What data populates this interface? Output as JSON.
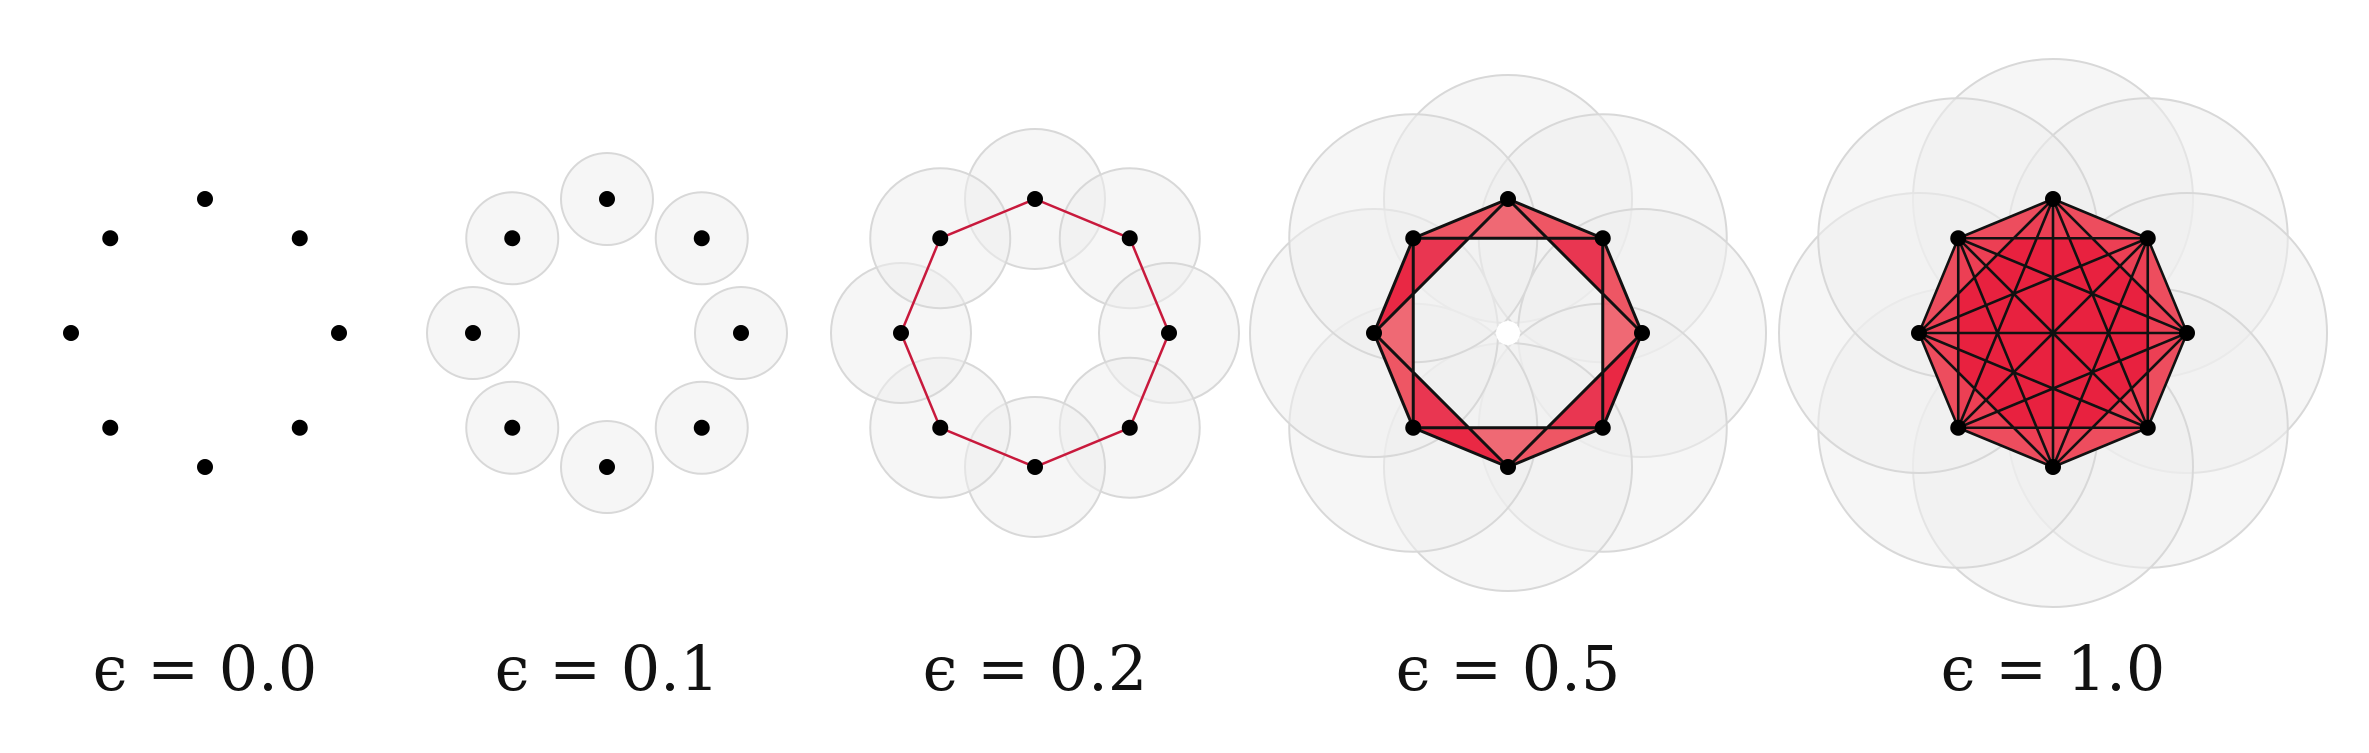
{
  "figure": {
    "point_count": 8,
    "point_radius": 1.0,
    "panels": [
      {
        "epsilon": 0.0,
        "label": "ϵ = 0.0",
        "edges": "none"
      },
      {
        "epsilon": 0.1,
        "label": "ϵ = 0.1",
        "edges": "none"
      },
      {
        "epsilon": 0.2,
        "label": "ϵ = 0.2",
        "edges": "ring"
      },
      {
        "epsilon": 0.5,
        "label": "ϵ = 0.5",
        "edges": "ring-and-skip-one"
      },
      {
        "epsilon": 1.0,
        "label": "ϵ = 1.0",
        "edges": "complete"
      }
    ],
    "colors": {
      "point": "#000000",
      "edge_ring_only": "#c8193c",
      "edge": "#111111",
      "simplex_fill_dark": "#e8213f",
      "simplex_fill_light": "#ee5a66",
      "ball_fill": "#eeeeee",
      "ball_stroke": "#d8d8d8"
    }
  }
}
